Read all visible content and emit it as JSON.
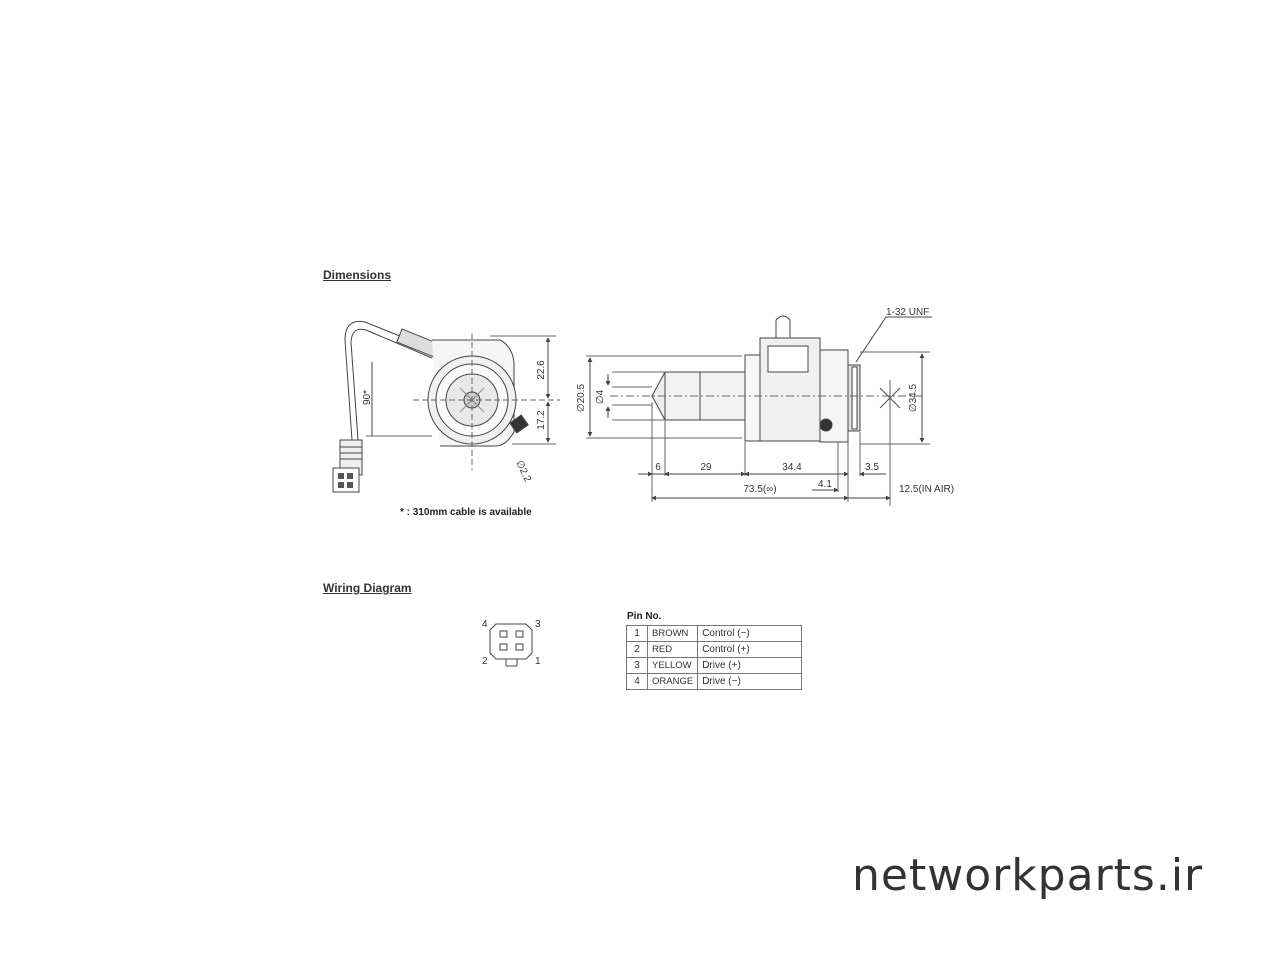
{
  "dimensions": {
    "title": "Dimensions",
    "note": "* : 310mm cable is available",
    "front_view_labels": {
      "angle": "90*",
      "height_top": "22.6",
      "height_bottom": "17.2",
      "diameter_small": "∅2.2"
    },
    "side_view_labels": {
      "thread": "1-32 UNF",
      "outer_diameter": "∅34.5",
      "tip_diameter": "∅20.5",
      "inner_diameter": "∅4",
      "len_6": "6",
      "len_29": "29",
      "len_34_4": "34.4",
      "len_3_5": "3.5",
      "len_4_1": "4.1",
      "total_length": "73.5(∞)",
      "back_focus": "12.5(IN AIR)"
    }
  },
  "wiring": {
    "title": "Wiring Diagram",
    "connector_pins": [
      "4",
      "3",
      "2",
      "1"
    ],
    "pin_table_caption": "Pin No.",
    "pins": [
      {
        "no": "1",
        "color": "BROWN",
        "function": "Control (−)"
      },
      {
        "no": "2",
        "color": "RED",
        "function": "Control (+)"
      },
      {
        "no": "3",
        "color": "YELLOW",
        "function": "Drive (+)"
      },
      {
        "no": "4",
        "color": "ORANGE",
        "function": "Drive (−)"
      }
    ]
  },
  "watermark": "networkparts.ir"
}
